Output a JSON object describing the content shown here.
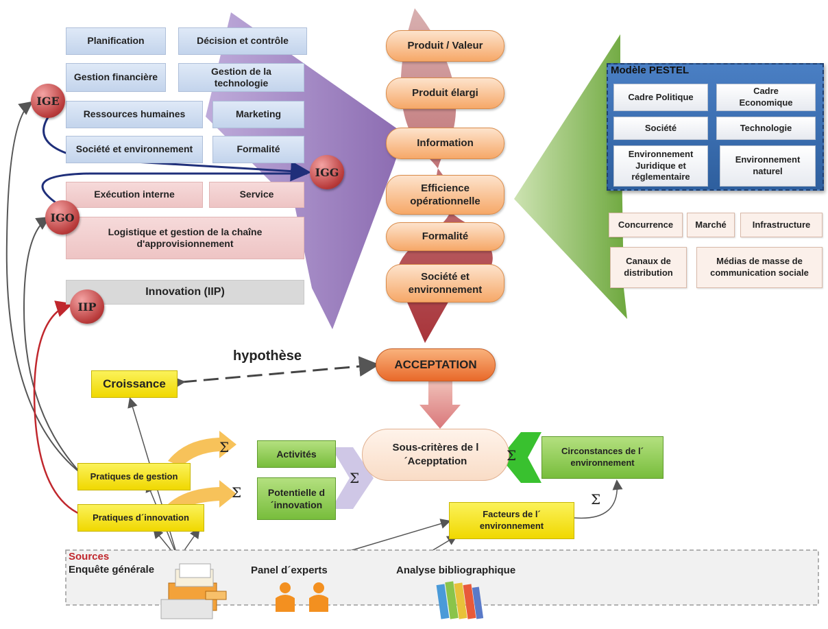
{
  "management": {
    "planification": "Planification",
    "decision": "Décision et contrôle",
    "finance": "Gestion financière",
    "technologie": "Gestion de la technologie",
    "rh": "Ressources humaines",
    "marketing": "Marketing",
    "societe": "Société et environnement",
    "formalite": "Formalité",
    "execution": "Exécution interne",
    "service": "Service",
    "logistique": "Logistique et gestion de la chaîne d'approvisionnement",
    "innovation": "Innovation (IIP)"
  },
  "indicators": {
    "ige": "IGE",
    "igg": "IGG",
    "igo": "IGO",
    "iip": "IIP"
  },
  "criteria": {
    "produit_valeur": "Produit / Valeur",
    "produit_elargi": "Produit élargi",
    "information": "Information",
    "efficience": "Efficience opérationnelle",
    "formalite": "Formalité",
    "societe": "Société et environnement",
    "acceptation": "ACCEPTATION"
  },
  "pestel": {
    "title": "Modèle PESTEL",
    "politique": "Cadre Politique",
    "economique": "Cadre Economique",
    "societe": "Société",
    "technologie": "Technologie",
    "juridique": "Environnement Juridique et réglementaire",
    "naturel": "Environnement naturel"
  },
  "environment": {
    "concurrence": "Concurrence",
    "marche": "Marché",
    "infrastructure": "Infrastructure",
    "canaux": "Canaux de distribution",
    "medias": "Médias de masse de communication sociale"
  },
  "lower": {
    "hypothese": "hypothèse",
    "croissance": "Croissance",
    "sous_criteres": "Sous-critères de l´Acepptation",
    "circonstances": "Circonstances de l´ environnement",
    "activites": "Activités",
    "potentielle": "Potentielle d´innovation",
    "pratiques_gestion": "Pratiques de gestion",
    "pratiques_innovation": "Pratiques d´innovation",
    "facteurs": "Facteurs de l´ environnement",
    "sigma": "Σ"
  },
  "sources": {
    "title": "Sources",
    "enquete": "Enquête générale",
    "panel": "Panel d´experts",
    "analyse": "Analyse bibliographique"
  },
  "colors": {
    "purple": "#8e6cb8",
    "orange": "#f6a868",
    "red_arrow": "#b8484a",
    "green_arrow": "#8bbf5a",
    "pestel_blue": "#2e5f9e",
    "yellow": "#f0d800"
  }
}
